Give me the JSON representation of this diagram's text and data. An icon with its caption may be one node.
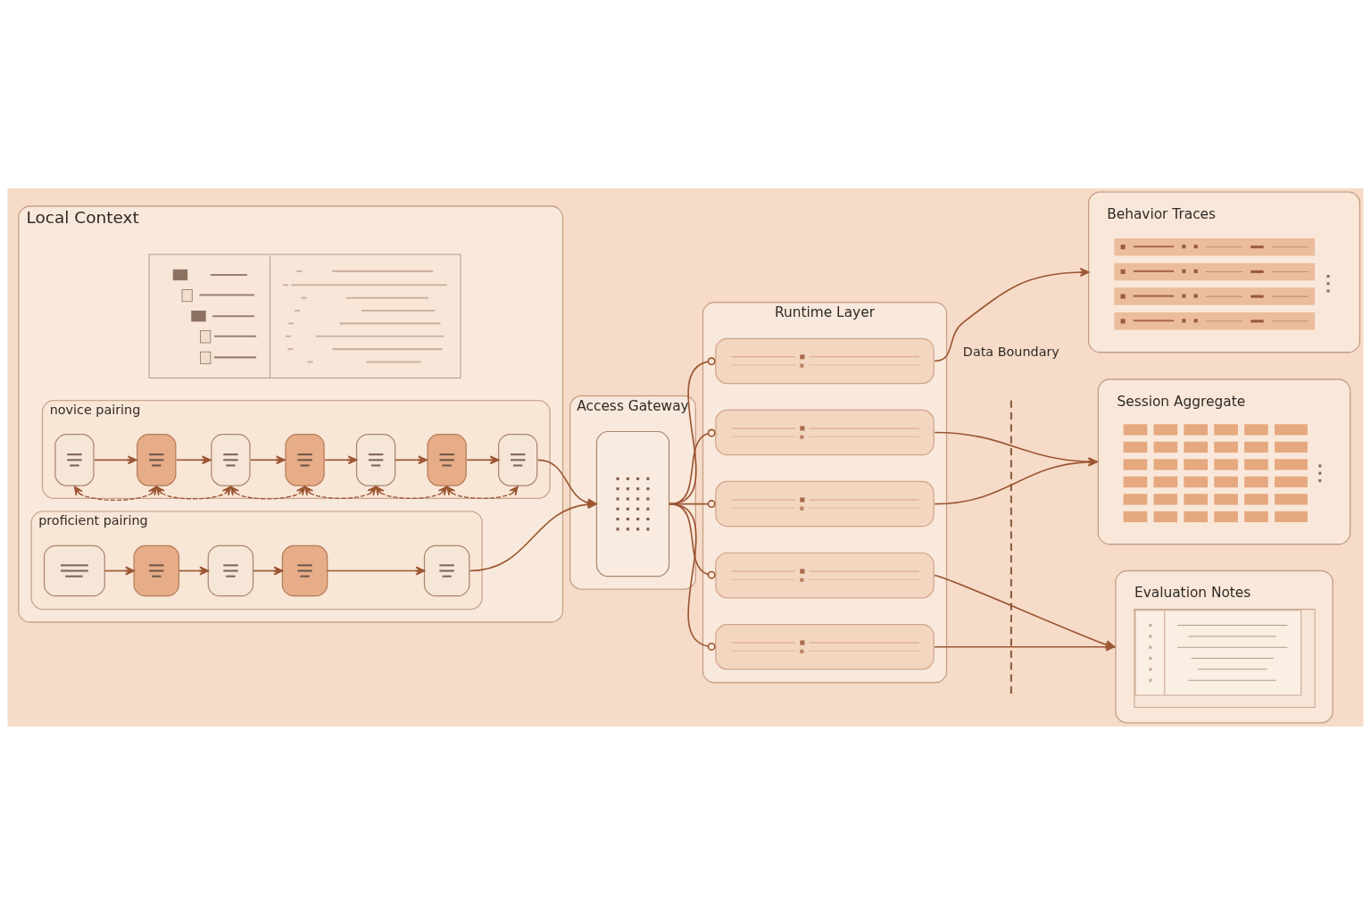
{
  "diagram": {
    "nodes": [
      {
        "text": [
          "Local Context"
        ]
      },
      {
        "text": [],
        "shape": "picture",
        "in": 0
      },
      {
        "text": [
          "novice pairing"
        ],
        "in": 0
      },
      {
        "text": [],
        "shape": "box",
        "in": 2
      },
      {
        "text": [],
        "shape": "box",
        "in": 2
      },
      {
        "text": [],
        "shape": "box",
        "in": 2
      },
      {
        "text": [],
        "shape": "box",
        "in": 2
      },
      {
        "text": [],
        "shape": "box",
        "in": 2
      },
      {
        "text": [],
        "shape": "box",
        "in": 2
      },
      {
        "text": [],
        "shape": "box",
        "in": 2
      },
      {
        "text": [
          "proficient pairing"
        ],
        "in": 0
      },
      {
        "text": [],
        "shape": "box",
        "in": 10
      },
      {
        "text": [],
        "shape": "box",
        "in": 10
      },
      {
        "text": [],
        "shape": "box",
        "in": 10
      },
      {
        "text": [],
        "shape": "box",
        "in": 10
      },
      {
        "text": [],
        "shape": "box",
        "in": 10
      },
      {
        "text": [
          "Access Gateway"
        ]
      },
      {
        "text": [],
        "shape": "box",
        "in": 16
      },
      {
        "text": [
          "Runtime Layer"
        ]
      },
      {
        "text": [],
        "shape": "bar",
        "in": 18
      },
      {
        "text": [],
        "shape": "bar",
        "in": 18
      },
      {
        "text": [],
        "shape": "bar",
        "in": 18
      },
      {
        "text": [],
        "shape": "bar",
        "in": 18
      },
      {
        "text": [],
        "shape": "bar",
        "in": 18
      },
      {
        "text": [
          "Behavior Traces"
        ]
      },
      {
        "text": [
          "Session Aggregate"
        ]
      },
      {
        "text": [
          "Evaluation Notes"
        ]
      }
    ],
    "edges": [
      {
        "from": 3,
        "to": 4,
        "arrow": "to"
      },
      {
        "from": 4,
        "to": 5,
        "arrow": "to"
      },
      {
        "from": 5,
        "to": 6,
        "arrow": "to"
      },
      {
        "from": 6,
        "to": 7,
        "arrow": "to"
      },
      {
        "from": 7,
        "to": 8,
        "arrow": "to"
      },
      {
        "from": 8,
        "to": 9,
        "arrow": "to"
      },
      {
        "from": 3,
        "to": 4,
        "arrow": "both",
        "style": "dashed"
      },
      {
        "from": 4,
        "to": 5,
        "arrow": "both",
        "style": "dashed"
      },
      {
        "from": 5,
        "to": 6,
        "arrow": "both",
        "style": "dashed"
      },
      {
        "from": 6,
        "to": 7,
        "arrow": "both",
        "style": "dashed"
      },
      {
        "from": 7,
        "to": 8,
        "arrow": "both",
        "style": "dashed"
      },
      {
        "from": 8,
        "to": 9,
        "arrow": "both",
        "style": "dashed"
      },
      {
        "from": 9,
        "to": 17,
        "arrow": "to"
      },
      {
        "from": 11,
        "to": 12,
        "arrow": "to"
      },
      {
        "from": 12,
        "to": 13,
        "arrow": "to"
      },
      {
        "from": 13,
        "to": 14,
        "arrow": "to"
      },
      {
        "from": 14,
        "to": 15,
        "arrow": "to"
      },
      {
        "from": 15,
        "to": 17,
        "arrow": "to"
      },
      {
        "from": 17,
        "to": 19,
        "arrow": "other"
      },
      {
        "from": 17,
        "to": 20,
        "arrow": "other"
      },
      {
        "from": 17,
        "to": 21,
        "arrow": "other"
      },
      {
        "from": 17,
        "to": 22,
        "arrow": "other"
      },
      {
        "from": 17,
        "to": 23,
        "arrow": "other"
      },
      {
        "from": 19,
        "to": 24,
        "arrow": "to"
      },
      {
        "from": 20,
        "to": 25,
        "arrow": "to"
      },
      {
        "from": 21,
        "to": 25,
        "arrow": "to"
      },
      {
        "from": 22,
        "to": 26,
        "arrow": "to"
      },
      {
        "from": 23,
        "to": 26,
        "arrow": "to"
      }
    ],
    "labels": [
      "Data Boundary"
    ]
  }
}
